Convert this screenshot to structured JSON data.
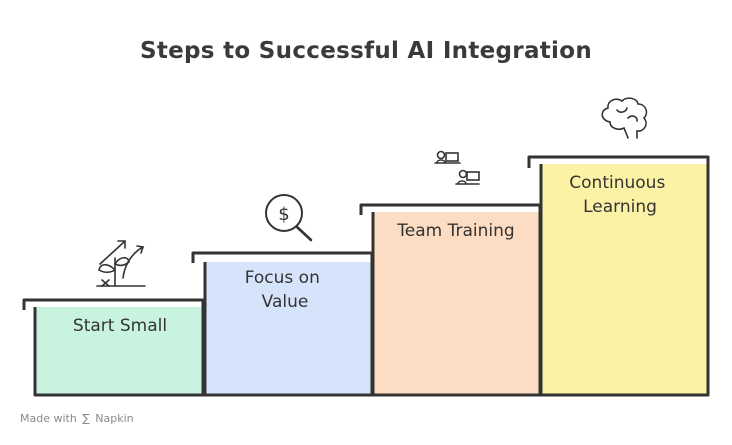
{
  "title": "Steps to Successful AI Integration",
  "steps": [
    {
      "label_lines": [
        "Start Small"
      ],
      "fill": "#c8f3df",
      "icon": "plant-growth-icon"
    },
    {
      "label_lines": [
        "Focus on",
        "Value"
      ],
      "fill": "#d6e4fb",
      "icon": "dollar-search-icon"
    },
    {
      "label_lines": [
        "Team Training"
      ],
      "fill": "#fcdcc2",
      "icon": "training-desks-icon"
    },
    {
      "label_lines": [
        "Continuous",
        "Learning"
      ],
      "fill": "#fbf2a6",
      "icon": "brain-icon"
    }
  ],
  "footer": {
    "made_with": "Made with",
    "brand": "Napkin",
    "brand_icon": "napkin-logo-icon"
  },
  "colors": {
    "outline": "#333333",
    "title": "#3a3a3a"
  }
}
